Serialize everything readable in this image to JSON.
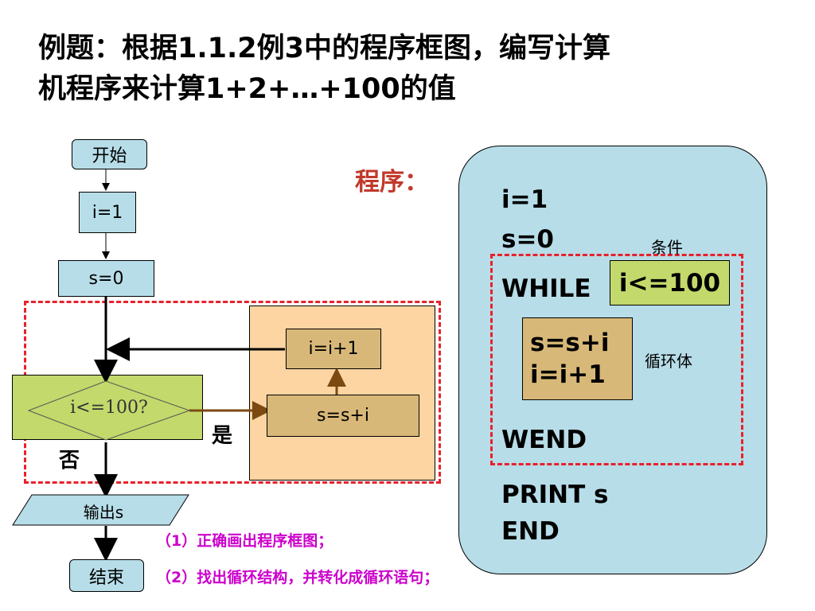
{
  "title": {
    "line1": "例题：根据1.1.2例3中的程序框图，编写计算",
    "line2": "机程序来计算1+2+…+100的值"
  },
  "flowchart": {
    "start": "开始",
    "init_i": "i=1",
    "init_s": "s=0",
    "condition": "i<=100?",
    "yes": "是",
    "no": "否",
    "body_sum": "s=s+i",
    "body_inc": "i=i+1",
    "output": "输出s",
    "end": "结束"
  },
  "program": {
    "label": "程序：",
    "lines": [
      "i=1",
      "s=0",
      "WHILE",
      "i<=100",
      "s=s+i",
      "i=i+1",
      "WEND",
      "PRINT s",
      "END"
    ],
    "condition_note": "条件",
    "body_note": "循环体"
  },
  "steps": {
    "step1": "（1）正确画出程序框图；",
    "step2": "（2）找出循环结构，并转化成循环语句；"
  },
  "colors": {
    "light_blue": "#b7dde8",
    "loop_bg": "#fcd5a2",
    "tan": "#d8b878",
    "green": "#c3d96b",
    "dashed_red": "#e8212b",
    "label_red": "#c0392b",
    "magenta": "#cc00cc"
  }
}
